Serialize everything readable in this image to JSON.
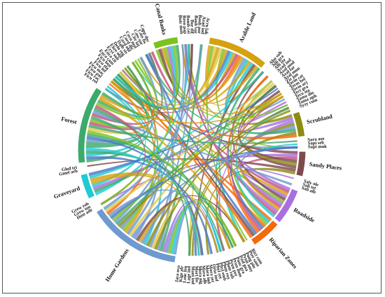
{
  "diagram": {
    "type": "chord",
    "groups": [
      {
        "label": "Arable Land",
        "color": "#d6a10f"
      },
      {
        "label": "Scrubland",
        "color": "#8c8c12"
      },
      {
        "label": "Sandy Places",
        "color": "#7f4a4a"
      },
      {
        "label": "Roadside",
        "color": "#a86fe0"
      },
      {
        "label": "Riparian Zones",
        "color": "#f46a0a"
      },
      {
        "label": "Home Gardens",
        "color": "#6e9ad0"
      },
      {
        "label": "Graveyard",
        "color": "#1fcad2"
      },
      {
        "label": "Forest",
        "color": "#3daa6b"
      },
      {
        "label": "Canal Banks",
        "color": "#7cc21e"
      }
    ],
    "arc_spans": [
      22,
      9,
      9,
      13,
      11,
      34,
      9,
      28,
      9
    ],
    "species": [
      "Abu sub",
      "Alli gra",
      "Alli ste",
      "Azad ind",
      "Azal mod",
      "Azal far",
      "Azal mun",
      "Ziz jun",
      "Term cat",
      "Term bel",
      "Term arj",
      "Tect gra",
      "Teco sta",
      "Tama dio",
      "Tama aph",
      "Syzy cum",
      "Sara aso",
      "Sapi seb",
      "Sapi muk",
      "Salv ole",
      "Sali tet",
      "Sali alb",
      "Rici com",
      "Pter sant",
      "Pong pin",
      "Prun amy",
      "Psid gua",
      "Punc gra",
      "Prun dom",
      "Prun per",
      "Plum rub",
      "Plum rox",
      "Phyl emb",
      "Phyl ret",
      "Oroz ind",
      "Mora ser",
      "Mora ind",
      "Mora alb",
      "Mora nig",
      "Mort lio",
      "Mani ind",
      "Lage ind",
      "Leuc leu",
      "Kige afr",
      "Jaca ova",
      "Hete ade",
      "Grew ten",
      "Grew rob",
      "Gmel arb",
      "Gled tri",
      "Ficu rel",
      "Ficu rac",
      "Ficu pal",
      "Ficu mac",
      "Ficu inf",
      "Ficu ela",
      "Ficu ben",
      "Euca cam",
      "Euca cit",
      "Eryt sub",
      "Ehre obl",
      "Delo reg",
      "Dalb sis",
      "Cord obl",
      "Cord dic",
      "Cocu mol",
      "Citr lat",
      "Cass sur",
      "Cass fis",
      "Capp dec",
      "Butr mon",
      "Bron pap",
      "Bomb cei",
      "Boe dif",
      "Bauh var",
      "Bauh pur",
      "Azad ind",
      "Acro lak"
    ],
    "species_ranges": [
      [
        0,
        16
      ],
      [
        16,
        19
      ],
      [
        19,
        22
      ],
      [
        22,
        45
      ],
      [
        45,
        48
      ],
      [
        48,
        50
      ],
      [
        50,
        70
      ],
      [
        70,
        78
      ]
    ],
    "ribbon_palette": [
      "#d6a10f",
      "#8c8c12",
      "#7f4a4a",
      "#a86fe0",
      "#f46a0a",
      "#6e9ad0",
      "#1fcad2",
      "#3daa6b",
      "#7cc21e",
      "#e4c84a",
      "#c94f7c",
      "#4a78c8"
    ]
  }
}
